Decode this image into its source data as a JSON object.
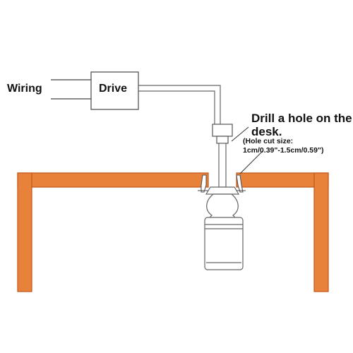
{
  "labels": {
    "wiring": "Wiring",
    "drive": "Drive",
    "drill_line1": "Drill a hole on the",
    "drill_line2": "desk.",
    "hole_size_line1": "(Hole cut size:",
    "hole_size_line2": "1cm/0.39\"-1.5cm/0.59\")"
  },
  "colors": {
    "desk": "#e8823a",
    "desk_outline": "#c2581c",
    "line": "#555555",
    "text": "#111111"
  }
}
